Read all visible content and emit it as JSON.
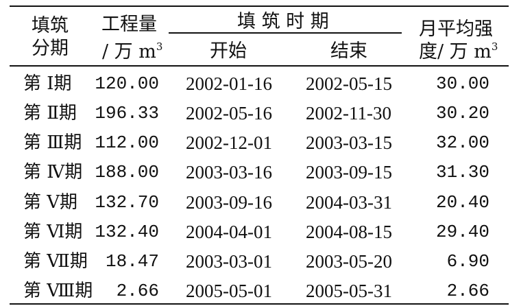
{
  "header": {
    "col1_line1": "填筑",
    "col1_line2": "分期",
    "col2_line1": "工程量",
    "col2_line2_prefix": "/ 万 m",
    "col2_line2_sup": "3",
    "group_title": "填 筑 时 期",
    "start": "开始",
    "end": "结束",
    "col5_line1": "月平均强",
    "col5_line2_prefix": "度/ 万 m",
    "col5_line2_sup": "3"
  },
  "rows": [
    {
      "phase": "第 Ⅰ期",
      "volume": "120.00",
      "start": "2002-01-16",
      "end": "2002-05-15",
      "monthly": "30.00"
    },
    {
      "phase": "第 Ⅱ期",
      "volume": "196.33",
      "start": "2002-05-16",
      "end": "2002-11-30",
      "monthly": "30.20"
    },
    {
      "phase": "第 Ⅲ期",
      "volume": "112.00",
      "start": "2002-12-01",
      "end": "2003-03-15",
      "monthly": "32.00"
    },
    {
      "phase": "第 Ⅳ期",
      "volume": "188.00",
      "start": "2003-03-16",
      "end": "2003-09-15",
      "monthly": "31.30"
    },
    {
      "phase": "第 Ⅴ期",
      "volume": "132.70",
      "start": "2003-09-16",
      "end": "2004-03-31",
      "monthly": "20.40"
    },
    {
      "phase": "第 Ⅵ期",
      "volume": "132.40",
      "start": "2004-04-01",
      "end": "2004-08-15",
      "monthly": "29.40"
    },
    {
      "phase": "第 Ⅶ期",
      "volume": "18.47",
      "start": "2003-03-01",
      "end": "2003-05-20",
      "monthly": "6.90"
    },
    {
      "phase": "第 Ⅷ期",
      "volume": "2.66",
      "start": "2005-05-01",
      "end": "2005-05-31",
      "monthly": "2.66"
    }
  ]
}
